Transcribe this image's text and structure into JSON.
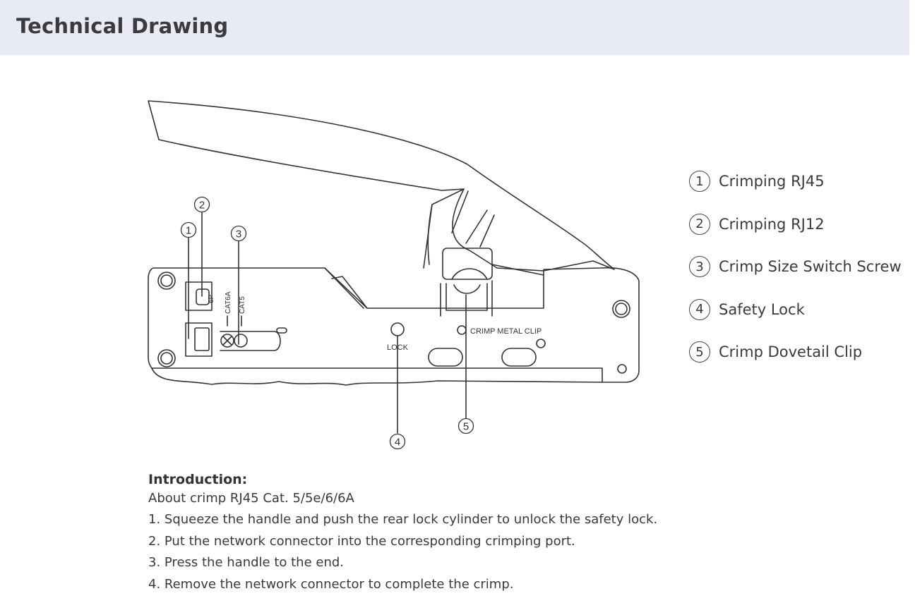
{
  "header": {
    "title": "Technical Drawing"
  },
  "drawing": {
    "labels": {
      "lock": "LOCK",
      "crimp_metal_clip": "CRIMP METAL CLIP",
      "size_6p": "6P",
      "cat6a": "CAT6A",
      "cat5": "CAT5"
    },
    "callouts": [
      "1",
      "2",
      "3",
      "4",
      "5"
    ]
  },
  "legend": {
    "items": [
      {
        "num": "1",
        "label": "Crimping RJ45"
      },
      {
        "num": "2",
        "label": "Crimping RJ12"
      },
      {
        "num": "3",
        "label": "Crimp Size Switch Screw"
      },
      {
        "num": "4",
        "label": "Safety Lock"
      },
      {
        "num": "5",
        "label": "Crimp Dovetail Clip"
      }
    ]
  },
  "introduction": {
    "heading": "Introduction:",
    "subtitle": "About crimp RJ45 Cat. 5/5e/6/6A",
    "steps": [
      "1. Squeeze the handle and push the rear lock cylinder to unlock the safety lock.",
      "2. Put the network connector into the corresponding crimping port.",
      "3. Press the handle to the end.",
      "4. Remove the network connector to complete the crimp."
    ]
  }
}
